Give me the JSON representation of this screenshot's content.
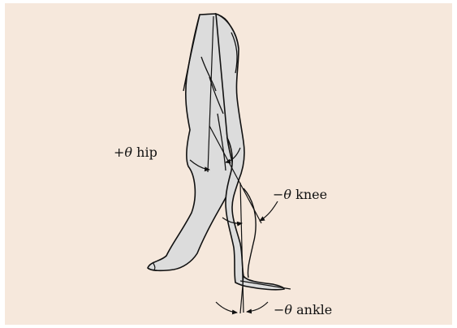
{
  "labels": {
    "hip": {
      "sign": "+",
      "symbol": "θ",
      "joint": "hip"
    },
    "knee": {
      "sign": "−",
      "symbol": "θ",
      "joint": "knee"
    },
    "ankle": {
      "sign": "−",
      "symbol": "θ",
      "joint": "ankle"
    }
  },
  "colors": {
    "background": "#f6e8dc",
    "leg_fill": "#dcdcdc",
    "outline": "#111111"
  }
}
